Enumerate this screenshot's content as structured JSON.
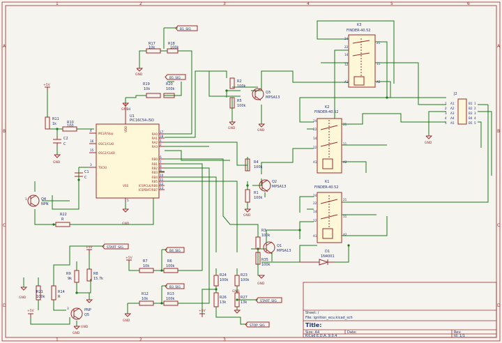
{
  "frame": {
    "col_labels": [
      "1",
      "2",
      "3",
      "4",
      "5",
      "6"
    ],
    "row_labels": [
      "A",
      "B",
      "C",
      "D"
    ]
  },
  "title_block": {
    "sheet": "Sheet: /",
    "file": "File: ignition_ecu.kicad_sch",
    "title": "Title:",
    "size": "Size: A4",
    "date": "Date:",
    "rev": "Rev:",
    "kicad": "KiCad E.D.A. 9.0.4",
    "id": "Id: 1/1"
  },
  "mcu": {
    "ref": "U1",
    "value": "PIC16C54-/SO",
    "pins_left": [
      {
        "num": "4",
        "name": "MCLR/Vpp"
      },
      {
        "num": "16",
        "name": "OSC1/CLKI"
      },
      {
        "num": "15",
        "name": "OSC2/CLKO"
      },
      {
        "num": "3",
        "name": "T0CKI"
      }
    ],
    "pins_right": [
      {
        "num": "17",
        "name": "RA0"
      },
      {
        "num": "18",
        "name": "RA1"
      },
      {
        "num": "1",
        "name": "RA2"
      },
      {
        "num": "2",
        "name": "RA3"
      },
      {
        "num": "6",
        "name": "RB0"
      },
      {
        "num": "7",
        "name": "RB1"
      },
      {
        "num": "8",
        "name": "RB2"
      },
      {
        "num": "9",
        "name": "RB3"
      },
      {
        "num": "10",
        "name": "RB4"
      },
      {
        "num": "11",
        "name": "RB5"
      },
      {
        "num": "12",
        "name": "ICSPCLK/RB6"
      },
      {
        "num": "13",
        "name": "ICSPDAT/RB7"
      }
    ],
    "vdd": "VDD",
    "vss": "VSS",
    "vdd_pin": "14",
    "vss_pin": "5"
  },
  "relays": [
    {
      "ref": "K3",
      "value": "FINDER-40.52",
      "pins": [
        "24",
        "22",
        "14",
        "12",
        "A1",
        "21",
        "11",
        "A2"
      ]
    },
    {
      "ref": "K2",
      "value": "FINDER-40.52",
      "pins": [
        "24",
        "22",
        "14",
        "12",
        "A1",
        "21",
        "11",
        "A2"
      ]
    },
    {
      "ref": "K1",
      "value": "FINDER-40.52",
      "pins": [
        "24",
        "22",
        "14",
        "12",
        "A1",
        "21",
        "11",
        "A2"
      ]
    }
  ],
  "connector": {
    "ref": "J2",
    "pins": [
      "A1",
      "A2",
      "A3",
      "A4",
      "A5",
      "B1",
      "B2",
      "B3",
      "B4",
      "B5"
    ],
    "pin_nums": [
      "1",
      "2",
      "3",
      "4",
      "5",
      "1",
      "2",
      "3",
      "4",
      "5"
    ]
  },
  "resistors": [
    {
      "ref": "R17",
      "value": "10k"
    },
    {
      "ref": "R18",
      "value": "100k"
    },
    {
      "ref": "R19",
      "value": "10k"
    },
    {
      "ref": "R20",
      "value": "100k"
    },
    {
      "ref": "R2",
      "value": "100k"
    },
    {
      "ref": "R5",
      "value": "100k"
    },
    {
      "ref": "R11",
      "value": "1k"
    },
    {
      "ref": "R10",
      "value": "100"
    },
    {
      "ref": "R4",
      "value": "100k"
    },
    {
      "ref": "R1",
      "value": "100k"
    },
    {
      "ref": "R22",
      "value": "R"
    },
    {
      "ref": "R3",
      "value": "100k"
    },
    {
      "ref": "R35",
      "value": "100k"
    },
    {
      "ref": "R9",
      "value": "9k"
    },
    {
      "ref": "R8",
      "value": "15.7k"
    },
    {
      "ref": "R7",
      "value": "10k"
    },
    {
      "ref": "R6",
      "value": "100k"
    },
    {
      "ref": "R21",
      "value": "100k"
    },
    {
      "ref": "R14",
      "value": "R"
    },
    {
      "ref": "R24",
      "value": "100k"
    },
    {
      "ref": "R23",
      "value": "100k"
    },
    {
      "ref": "R26",
      "value": "13k"
    },
    {
      "ref": "R27",
      "value": "13k"
    },
    {
      "ref": "R12",
      "value": "10k"
    },
    {
      "ref": "R13",
      "value": "100k"
    }
  ],
  "capacitors": [
    {
      "ref": "C2",
      "value": "C"
    },
    {
      "ref": "C1",
      "value": "C"
    }
  ],
  "transistors": [
    {
      "ref": "Q3",
      "value": "MPSA13"
    },
    {
      "ref": "Q2",
      "value": "MPSA13"
    },
    {
      "ref": "Q1",
      "value": "MPSA13"
    },
    {
      "ref": "Q4",
      "value": "NPN"
    },
    {
      "ref": "Q5",
      "value": "PNP"
    }
  ],
  "diode": {
    "ref": "D1",
    "value": "1N4001"
  },
  "nets": {
    "b1": "B1_SIG",
    "b5": "B5_SIG",
    "b4": "B4_SIG",
    "b3": "B3_SIG",
    "start1": "START_SIG",
    "start2": "START_SIG",
    "stop": "STOP_SIG"
  },
  "power": {
    "gnd": "GND",
    "v5": "+5V"
  },
  "pin_marks": {
    "one": "1",
    "two": "2",
    "three": "3"
  }
}
